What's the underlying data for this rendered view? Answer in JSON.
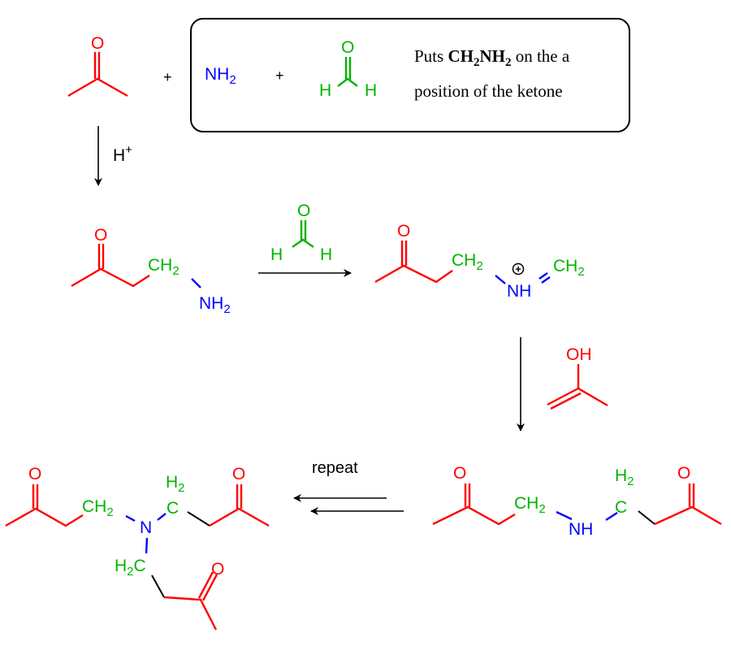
{
  "colors": {
    "ketone": "#ff0000",
    "methylene": "#00b400",
    "amine": "#0000ff",
    "reagent_text": "#000000"
  },
  "reactants": {
    "plus1": "+",
    "amine": "NH",
    "amine_sub": "2",
    "plus2": "+",
    "aldehyde_O": "O",
    "aldehyde_H1": "H",
    "aldehyde_H2": "H"
  },
  "note": {
    "line1_pre": "Puts ",
    "ch": "CH",
    "sub1": "2",
    "nh": "NH",
    "sub2": "2",
    "line1_post": " on the a",
    "line2": "position of the ketone"
  },
  "step1": {
    "reagent": "H",
    "reagent_sup": "+",
    "ketone_O": "O",
    "ch2": "CH",
    "ch2_sub": "2",
    "nh2": "NH",
    "nh2_sub": "2"
  },
  "step2": {
    "O": "O",
    "H1": "H",
    "H2": "H"
  },
  "iminium": {
    "O": "O",
    "ch2a": "CH",
    "ch2a_sub": "2",
    "charge": "+",
    "nh": "NH",
    "ch2b": "CH",
    "ch2b_sub": "2"
  },
  "step3": {
    "enol_OH": "OH"
  },
  "secondary_amine": {
    "O1": "O",
    "ch2": "CH",
    "ch2_sub": "2",
    "nh": "NH",
    "h2": "H",
    "h2_sub": "2",
    "c": "C",
    "O2": "O"
  },
  "repeat_label": "repeat",
  "tertiary_amine": {
    "O1": "O",
    "ch2": "CH",
    "ch2_sub": "2",
    "n": "N",
    "h2": "H",
    "h2_sub": "2",
    "c": "C",
    "O2": "O",
    "h2c_h": "H",
    "h2c_sub": "2",
    "h2c_c": "C",
    "O3": "O"
  }
}
